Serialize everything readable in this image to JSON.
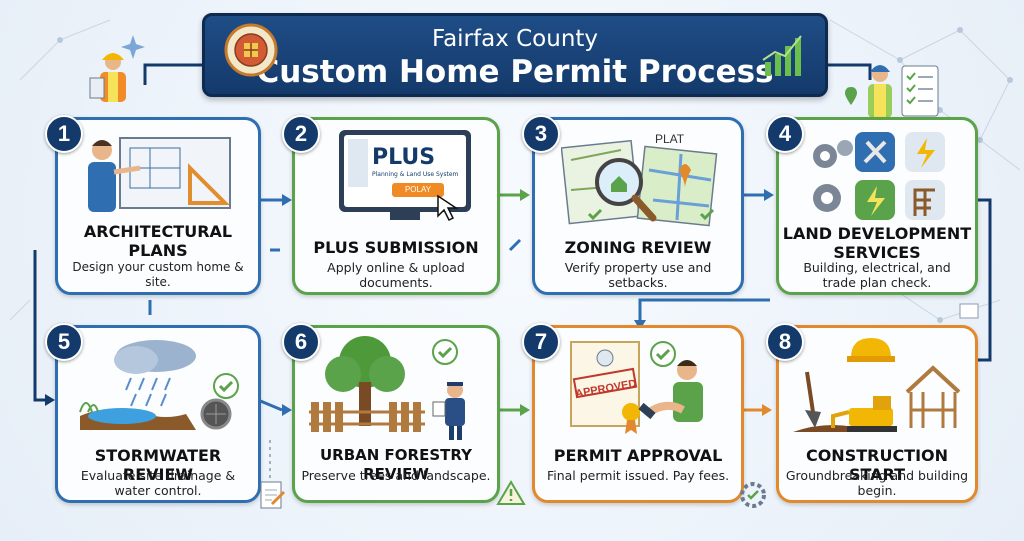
{
  "header": {
    "line1": "Fairfax County",
    "line2": "Custom Home Permit Process"
  },
  "steps": [
    {
      "num": "1",
      "title": "ARCHITECTURAL PLANS",
      "desc": "Design your custom home & site."
    },
    {
      "num": "2",
      "title": "PLUS SUBMISSION",
      "desc": "Apply online & upload documents."
    },
    {
      "num": "3",
      "title": "ZONING REVIEW",
      "desc": "Verify property use and setbacks."
    },
    {
      "num": "4",
      "title": "LAND DEVELOPMENT SERVICES",
      "desc": "Building, electrical, and trade plan check."
    },
    {
      "num": "5",
      "title": "STORMWATER REVIEW",
      "desc": "Evaluate site drainage & water control."
    },
    {
      "num": "6",
      "title": "URBAN FORESTRY REVIEW",
      "desc": "Preserve trees and landscape."
    },
    {
      "num": "7",
      "title": "PERMIT APPROVAL",
      "desc": "Final permit issued. Pay fees."
    },
    {
      "num": "8",
      "title": "CONSTRUCTION START",
      "desc": "Groundbreaking and building begin."
    }
  ],
  "plus_screen": {
    "brand": "PLUS",
    "subtitle": "Planning & Land Use System",
    "button": "POLAY"
  },
  "zoning_map": {
    "label": "PLAT"
  },
  "approval_stamp": {
    "label": "APPROVED"
  },
  "colors": {
    "navy": "#143a6b",
    "blue": "#2f6fb1",
    "green": "#5aa34a",
    "orange": "#e2892e"
  }
}
